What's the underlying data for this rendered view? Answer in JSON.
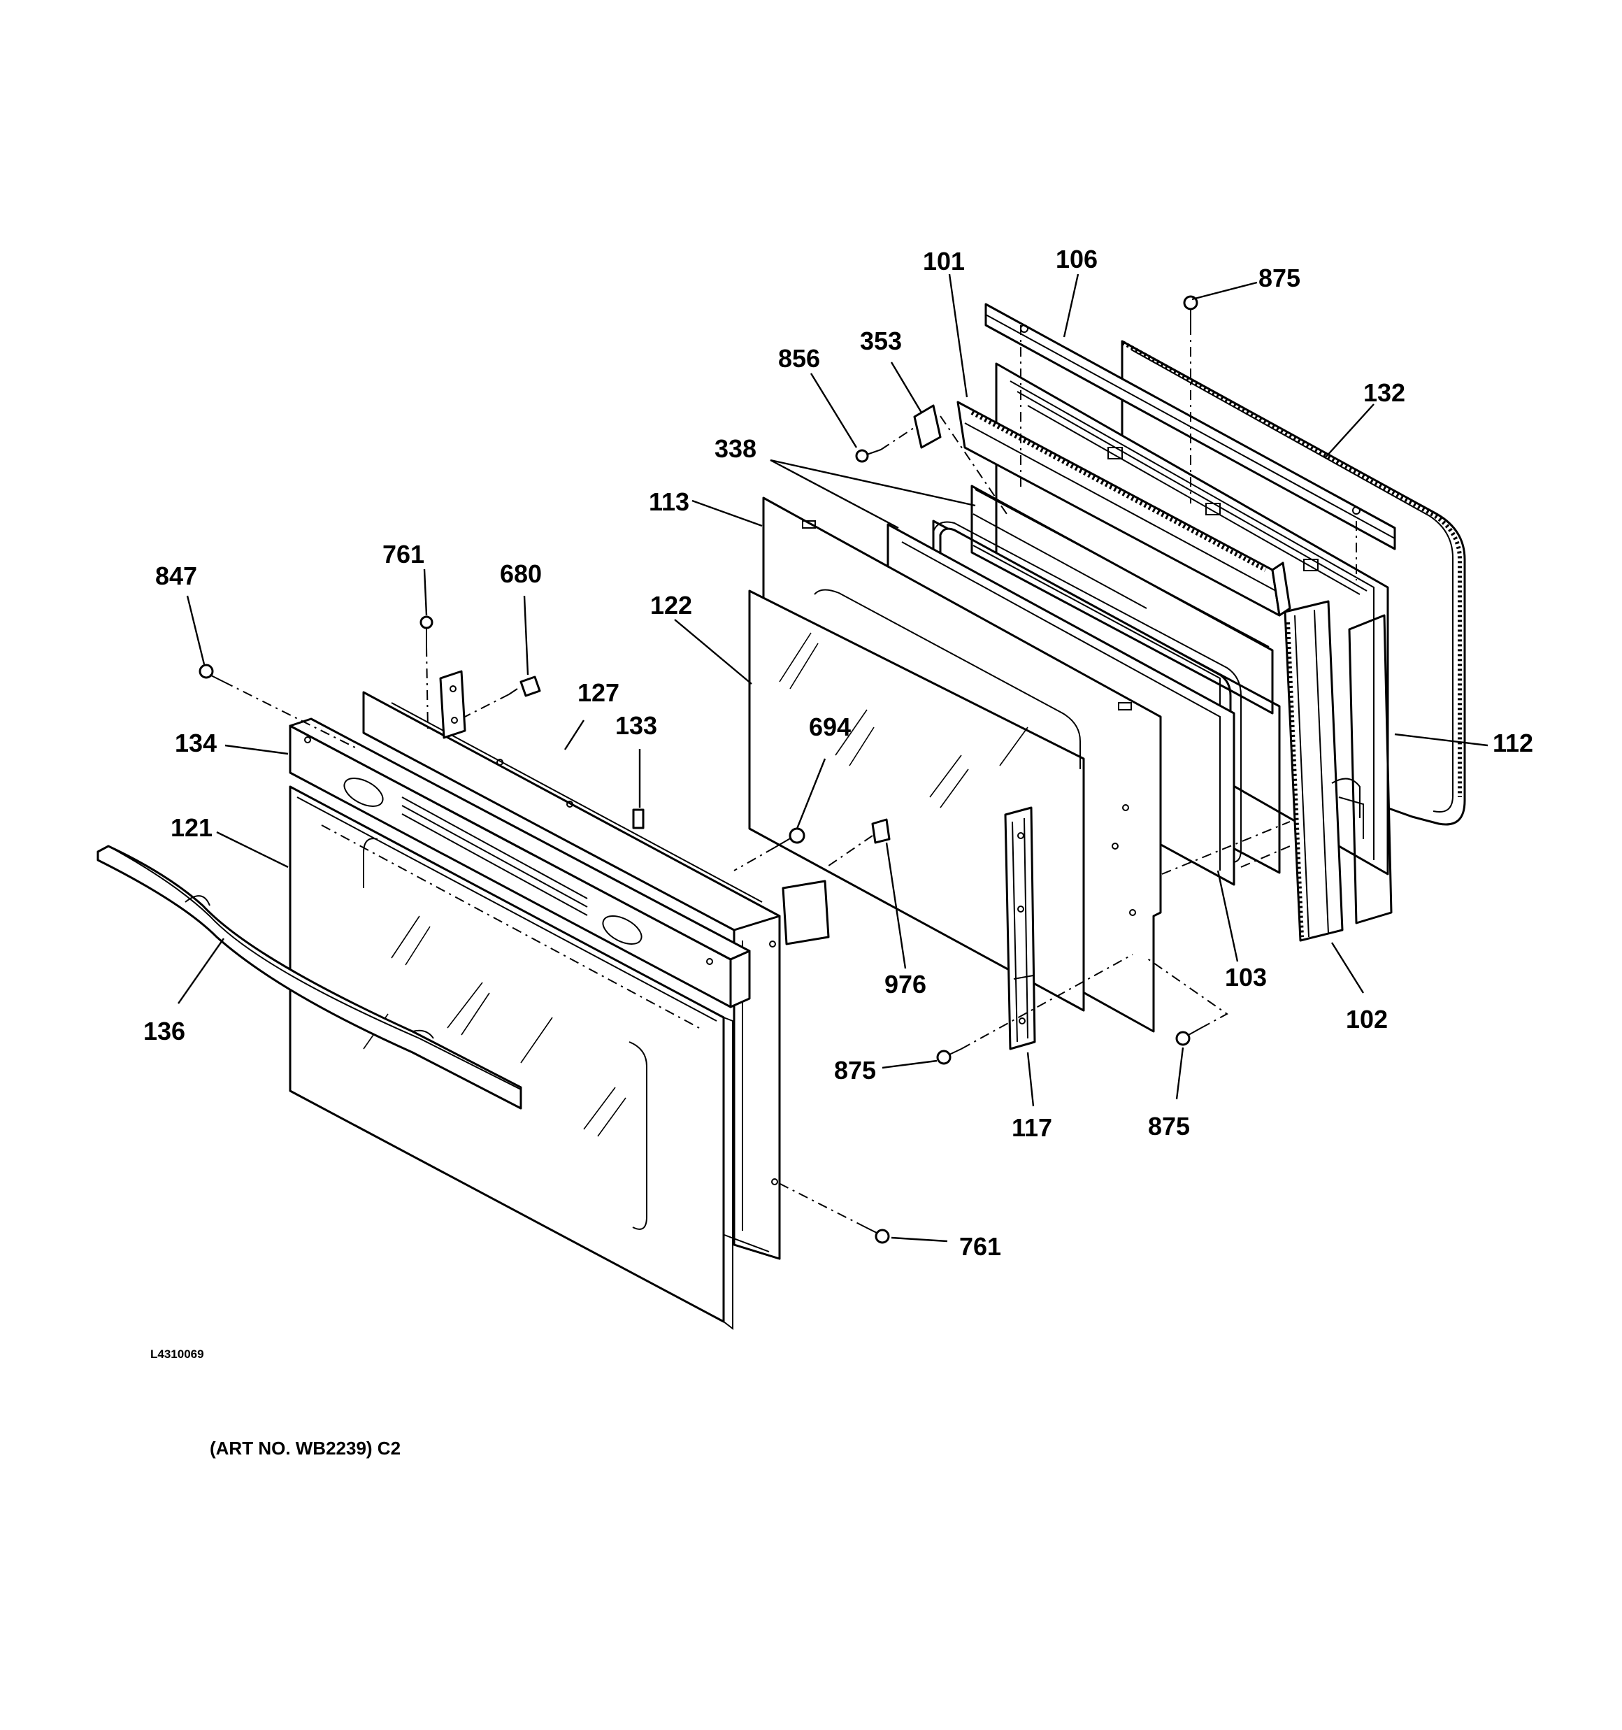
{
  "diagram": {
    "callouts": [
      {
        "id": "101",
        "text": "101"
      },
      {
        "id": "106",
        "text": "106"
      },
      {
        "id": "875-top",
        "text": "875"
      },
      {
        "id": "353",
        "text": "353"
      },
      {
        "id": "856",
        "text": "856"
      },
      {
        "id": "132",
        "text": "132"
      },
      {
        "id": "338",
        "text": "338"
      },
      {
        "id": "113",
        "text": "113"
      },
      {
        "id": "761-top",
        "text": "761"
      },
      {
        "id": "680",
        "text": "680"
      },
      {
        "id": "847",
        "text": "847"
      },
      {
        "id": "122",
        "text": "122"
      },
      {
        "id": "127",
        "text": "127"
      },
      {
        "id": "133",
        "text": "133"
      },
      {
        "id": "694",
        "text": "694"
      },
      {
        "id": "134",
        "text": "134"
      },
      {
        "id": "112",
        "text": "112"
      },
      {
        "id": "121",
        "text": "121"
      },
      {
        "id": "976",
        "text": "976"
      },
      {
        "id": "103",
        "text": "103"
      },
      {
        "id": "136",
        "text": "136"
      },
      {
        "id": "102",
        "text": "102"
      },
      {
        "id": "875-left",
        "text": "875"
      },
      {
        "id": "117",
        "text": "117"
      },
      {
        "id": "875-right",
        "text": "875"
      },
      {
        "id": "761-bottom",
        "text": "761"
      }
    ],
    "drawing_code": "L4310069",
    "art_number": "(ART NO. WB2239) C2"
  }
}
